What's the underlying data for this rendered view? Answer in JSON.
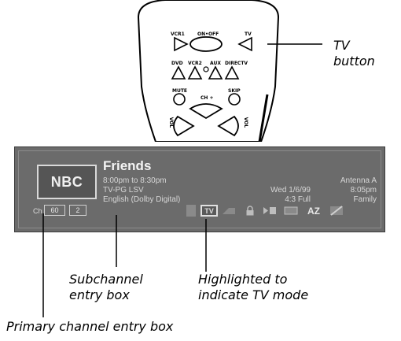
{
  "remote": {
    "buttons": {
      "vcr1": "VCR1",
      "on_off": "ON•OFF",
      "tv": "TV",
      "dvd": "DVD",
      "vcr2": "VCR2",
      "aux": "AUX",
      "directv": "DIRECTV",
      "mute": "MUTE",
      "skip": "SKIP",
      "ch_plus": "CH +",
      "vol_left": "VOL",
      "vol_right": "VOL"
    }
  },
  "banner": {
    "logo": "NBC",
    "program_title": "Friends",
    "time_range": "8:00pm to 8:30pm",
    "rating": "TV-PG LSV",
    "audio": "English (Dolby Digital)",
    "antenna": "Antenna A",
    "date": "Wed 1/6/99",
    "clock": "8:05pm",
    "aspect": "4:3 Full",
    "category": "Family",
    "ch_label": "Ch",
    "primary_channel": "60",
    "subchannel": "2",
    "tv_icon_label": "TV",
    "az_label": "AZ"
  },
  "callouts": {
    "tv_button": [
      "TV",
      "button"
    ],
    "subchannel": [
      "Subchannel",
      "entry box"
    ],
    "highlighted": [
      "Highlighted to",
      "indicate TV mode"
    ],
    "primary": "Primary channel entry box"
  }
}
